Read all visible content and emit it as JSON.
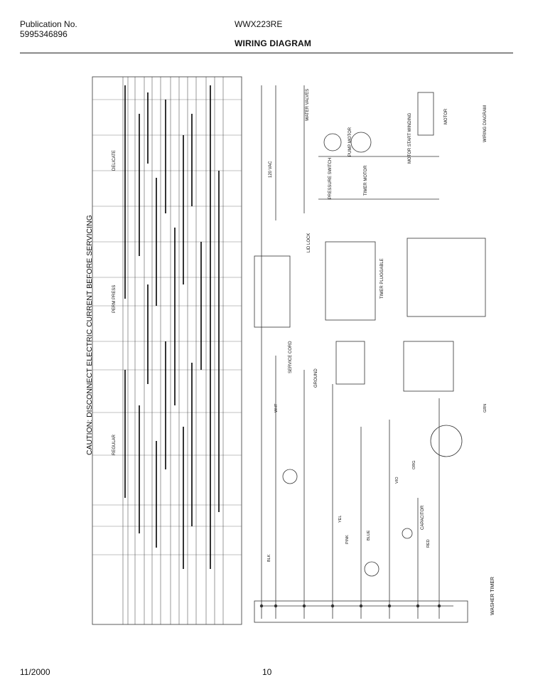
{
  "header": {
    "publication_label": "Publication No.",
    "publication_number": "5995346896",
    "model": "WWX223RE",
    "title": "WIRING DIAGRAM"
  },
  "footer": {
    "date": "11/2000",
    "page": "10"
  },
  "diagram": {
    "caution": "CAUTION: DISCONNECT ELECTRIC CURRENT BEFORE SERVICING",
    "cycle_groups": [
      "REGULAR",
      "PERM PRESS",
      "DELICATE"
    ],
    "timer_label": "WASHER TIMER",
    "sub_title": "WIRING DIAGRAM",
    "voltage": "120 VAC",
    "components": {
      "water_valves": "WATER VALVES",
      "pump_motor": "PUMP MOTOR",
      "timer_motor": "TIMER MOTOR",
      "pressure_switch": "PRESSURE SWITCH",
      "lid_lock": "LID LOCK",
      "motor": "MOTOR",
      "start_winding": "MOTOR START WINDING",
      "capacitor": "CAPACITOR",
      "service_cord": "SERVICE CORD",
      "timer_pluggable": "TIMER PLUGGABLE",
      "ground": "GROUND"
    },
    "wire_colors": [
      "BLK",
      "WHT",
      "RED",
      "BLUE",
      "GRN",
      "YEL",
      "PINK",
      "ORG",
      "VIO"
    ]
  }
}
